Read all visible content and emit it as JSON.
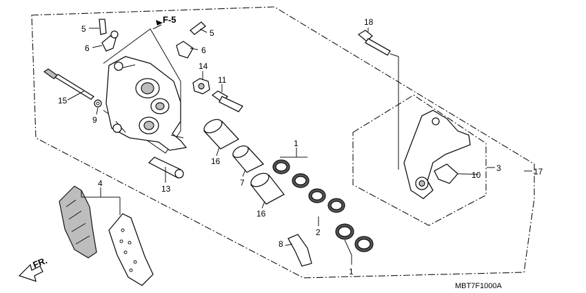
{
  "callouts": {
    "c1_top": "1",
    "c1_bottom": "1",
    "c2": "2",
    "c3": "3",
    "c4": "4",
    "c5_left": "5",
    "c5_right": "5",
    "c6_left": "6",
    "c6_right": "6",
    "c7": "7",
    "c8": "8",
    "c9": "9",
    "c10": "10",
    "c11": "11",
    "c13": "13",
    "c14": "14",
    "c15": "15",
    "c16_top": "16",
    "c16_bottom": "16",
    "c17": "17",
    "c18": "18"
  },
  "reference": "F-5",
  "direction": "FR.",
  "diagram_code": "MBT7F1000A"
}
